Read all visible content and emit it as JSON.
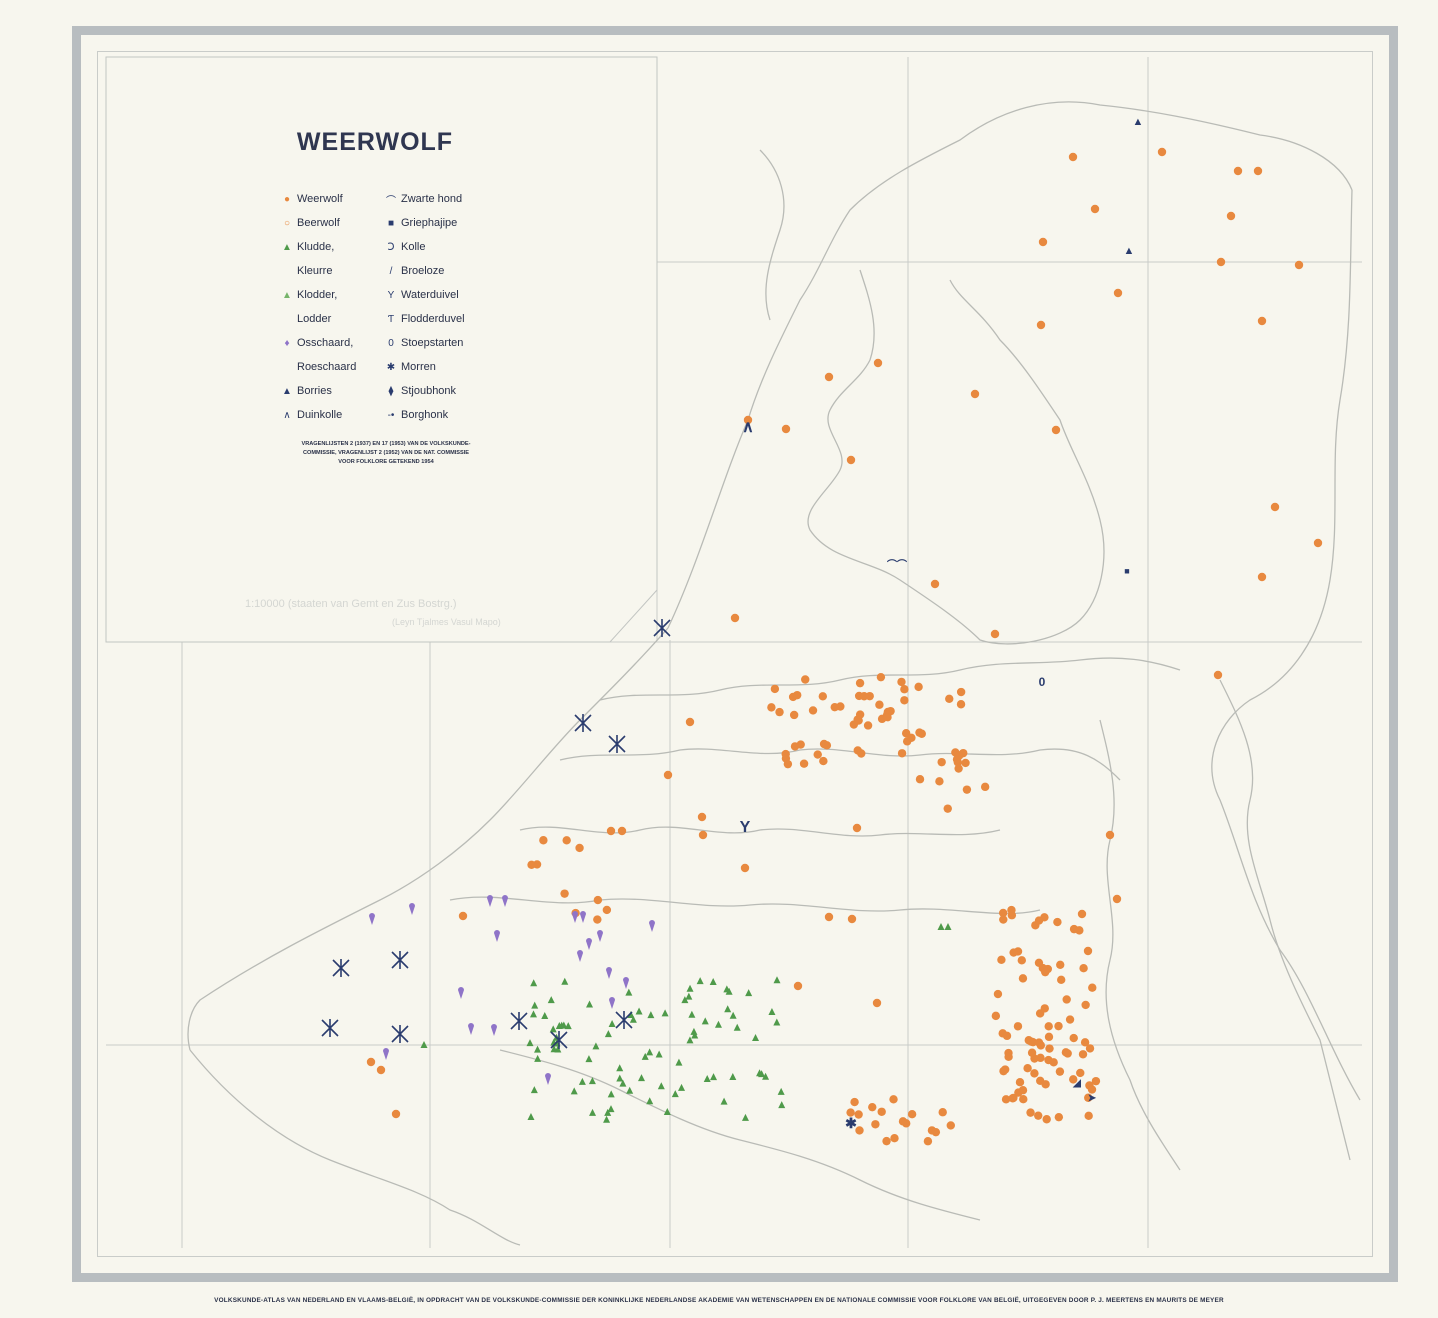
{
  "title": "WEERWOLF",
  "legend": {
    "left": [
      {
        "label": "Weerwolf",
        "symbol": "filled-orange-dot",
        "color": "#e8893f"
      },
      {
        "label": "Beerwolf",
        "symbol": "hollow-orange-circle",
        "color": "#e8893f"
      },
      {
        "label": "Kludde,",
        "symbol": "green-triangle",
        "color": "#4f9a4a"
      },
      {
        "label": "Kleurre",
        "symbol": "",
        "color": ""
      },
      {
        "label": "Klodder,",
        "symbol": "light-green-triangle",
        "color": "#76b46a"
      },
      {
        "label": "Lodder",
        "symbol": "",
        "color": ""
      },
      {
        "label": "Osschaard,",
        "symbol": "purple-teardrop",
        "color": "#8f74c8"
      },
      {
        "label": "Roeschaard",
        "symbol": "",
        "color": ""
      },
      {
        "label": "Borries",
        "symbol": "navy-bell",
        "color": "#2a3c6e"
      },
      {
        "label": "Duinkolle",
        "symbol": "navy-chevron",
        "color": "#2a3c6e"
      }
    ],
    "right": [
      {
        "label": "Zwarte hond",
        "symbol": "navy-arch",
        "color": "#2a3c6e"
      },
      {
        "label": "Griephajipe",
        "symbol": "navy-square",
        "color": "#2a3c6e"
      },
      {
        "label": "Kolle",
        "symbol": "navy-hook",
        "color": "#2a3c6e"
      },
      {
        "label": "Broeloze",
        "symbol": "navy-slash",
        "color": "#2a3c6e"
      },
      {
        "label": "Waterduivel",
        "symbol": "navy-y",
        "color": "#2a3c6e"
      },
      {
        "label": "Flodderduvel",
        "symbol": "navy-t-y",
        "color": "#2a3c6e"
      },
      {
        "label": "Stoepstarten",
        "symbol": "navy-oval",
        "color": "#2a3c6e"
      },
      {
        "label": "Morren",
        "symbol": "navy-asterisk",
        "color": "#2a3c6e"
      },
      {
        "label": "Stjoubhonk",
        "symbol": "navy-diamond-stick",
        "color": "#2a3c6e"
      },
      {
        "label": "Borghonk",
        "symbol": "navy-dash-dot",
        "color": "#2a3c6e"
      }
    ]
  },
  "note": "VRAGENLIJSTEN 2 (1937) EN 17 (1953) VAN DE VOLKSKUNDE-COMMISSIE, VRAGENLIJST 2 (1952) VAN DE NAT. COMMISSIE VOOR FOLKLORE GETEKEND 1954",
  "scale_note": "1:10000 (staaten van Gemt en Zus Bostrg.)",
  "scale_note2": "(Leyn Tjalmes Vasul Mapo)",
  "footer": "VOLKSKUNDE-ATLAS VAN NEDERLAND EN VLAAMS-BELGIË, IN OPDRACHT VAN DE VOLKSKUNDE-COMMISSIE DER KONINKLIJKE NEDERLANDSE AKADEMIE VAN WETENSCHAPPEN EN DE NATIONALE COMMISSIE VOOR FOLKLORE VAN BELGIË, UITGEGEVEN DOOR P. J. MEERTENS EN MAURITS DE MEYER",
  "colors": {
    "weerwolf": "#e8893f",
    "kludde": "#4f9a4a",
    "osschaard": "#8f74c8",
    "navy": "#2a3c6e",
    "outline": "#b9bbb6",
    "frame": "#b8bdc0"
  }
}
